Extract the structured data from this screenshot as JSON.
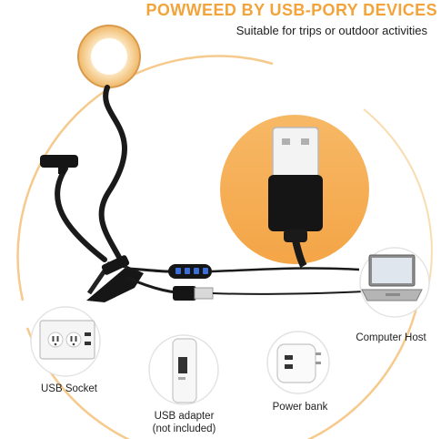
{
  "header": {
    "title": "POWWEED BY USB-PORY DEVICES",
    "subtitle": "Suitable for trips or outdoor activities"
  },
  "devices": {
    "usb_socket": "USB Socket",
    "usb_adapter": "USB adapter",
    "usb_adapter_note": "(not included)",
    "power_bank": "Power bank",
    "computer_host": "Computer Host"
  },
  "colors": {
    "accent": "#f2a33a",
    "ring_light": "#f8d9a6",
    "circle_fill": "#f7b35c"
  },
  "icons": {
    "ring_light": "ring-light-icon",
    "phone_holder": "phone-clip-icon",
    "usb_connector": "usb-plug-icon",
    "power_switch": "inline-switch-icon",
    "wall_outlet": "wall-socket-icon",
    "adapter": "usb-power-adapter-icon",
    "power_bank": "power-bank-icon",
    "laptop": "laptop-icon"
  }
}
